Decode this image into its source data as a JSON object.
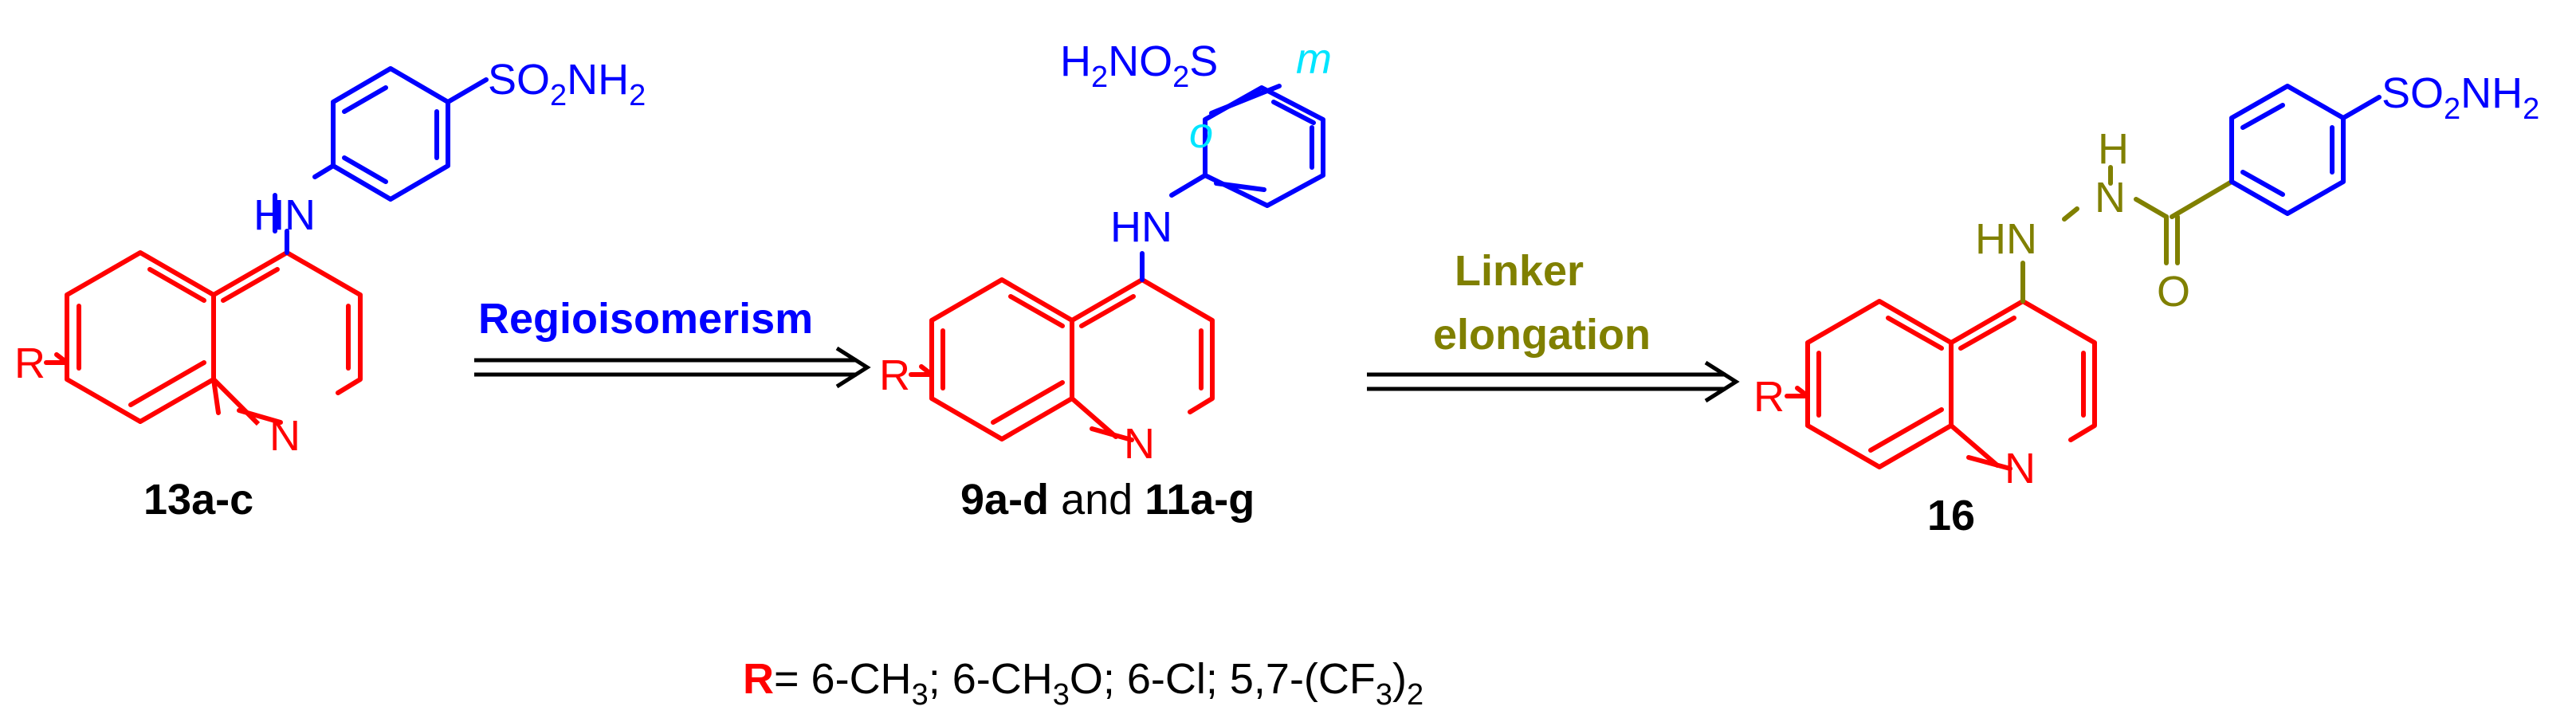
{
  "colors": {
    "quinoline": "#FF0000",
    "benzenesulfonamide": "#0000FF",
    "linker": "#808000",
    "position_label": "#00E5FF",
    "text": "#000000",
    "arrow": "#000000"
  },
  "compound_13": {
    "label": "13a-c",
    "substituent": "R",
    "ring_n": "N",
    "amine": "HN",
    "sulfonamide": {
      "main": "SO",
      "sub1": "2",
      "mid": "NH",
      "sub2": "2"
    }
  },
  "arrow_1": {
    "label": "Regioisomerism"
  },
  "compound_9_11": {
    "label_a": "9a-d",
    "label_join": "and",
    "label_b": "11a-g",
    "substituent": "R",
    "ring_n": "N",
    "amine": "HN",
    "sulfonamide": {
      "h": "H",
      "sub1": "2",
      "no": "NO",
      "sub2": "2",
      "s": "S"
    },
    "pos_m": "m",
    "pos_o": "o"
  },
  "arrow_2": {
    "line1": "Linker",
    "line2": "elongation"
  },
  "compound_16": {
    "label": "16",
    "substituent": "R",
    "ring_n": "N",
    "amine": "HN",
    "hydrazide_h": "H",
    "hydrazide_n": "N",
    "carbonyl_o": "O",
    "sulfonamide": {
      "main": "SO",
      "sub1": "2",
      "mid": "NH",
      "sub2": "2"
    }
  },
  "footnote": {
    "r": "R",
    "eq": "=",
    "t1": " 6-CH",
    "s1": "3",
    "t2": "; 6-CH",
    "s2": "3",
    "t3": "O; 6-Cl; 5,7-(CF",
    "s3": "3",
    "t4": ")",
    "s4": "2"
  }
}
